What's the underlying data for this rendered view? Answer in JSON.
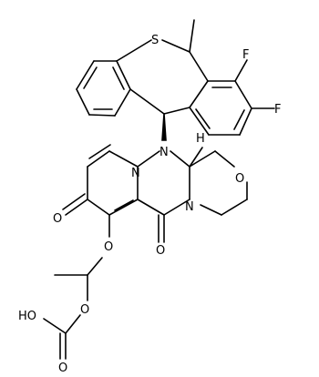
{
  "molecule": {
    "atoms": {
      "S": "S",
      "F_top": "F",
      "F_right": "F",
      "N_left": "N",
      "N_right": "N",
      "H_stereo": "H",
      "O_ring": "O",
      "N_amide": "N",
      "O_ketone_left": "O",
      "O_amide": "O",
      "O_ether": "O",
      "O_ester": "O",
      "O_carbonyl": "O",
      "HO": "HO"
    }
  }
}
